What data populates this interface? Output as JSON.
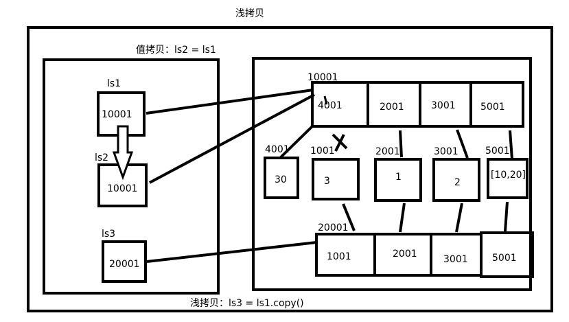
{
  "title": "浅拷贝",
  "value_copy_label": "值拷贝：ls2 = ls1",
  "shallow_copy_label": "浅拷贝：ls3 = ls1.copy()",
  "stack": {
    "ls1": {
      "name": "ls1",
      "value": "10001"
    },
    "ls2": {
      "name": "ls2",
      "value": "10001"
    },
    "ls3": {
      "name": "ls3",
      "value": "20001"
    }
  },
  "heap": {
    "list1": {
      "address": "10001",
      "cells": [
        "4001",
        "2001",
        "3001",
        "5001"
      ]
    },
    "list3": {
      "address": "20001",
      "cells": [
        "1001",
        "2001",
        "3001",
        "5001"
      ]
    },
    "objects": [
      {
        "address": "4001",
        "value": "30"
      },
      {
        "address": "1001",
        "value": "3"
      },
      {
        "address": "2001",
        "value": "1"
      },
      {
        "address": "3001",
        "value": "2"
      },
      {
        "address": "5001",
        "value": "[10,20]"
      }
    ]
  },
  "marks": {
    "cross": "X"
  }
}
